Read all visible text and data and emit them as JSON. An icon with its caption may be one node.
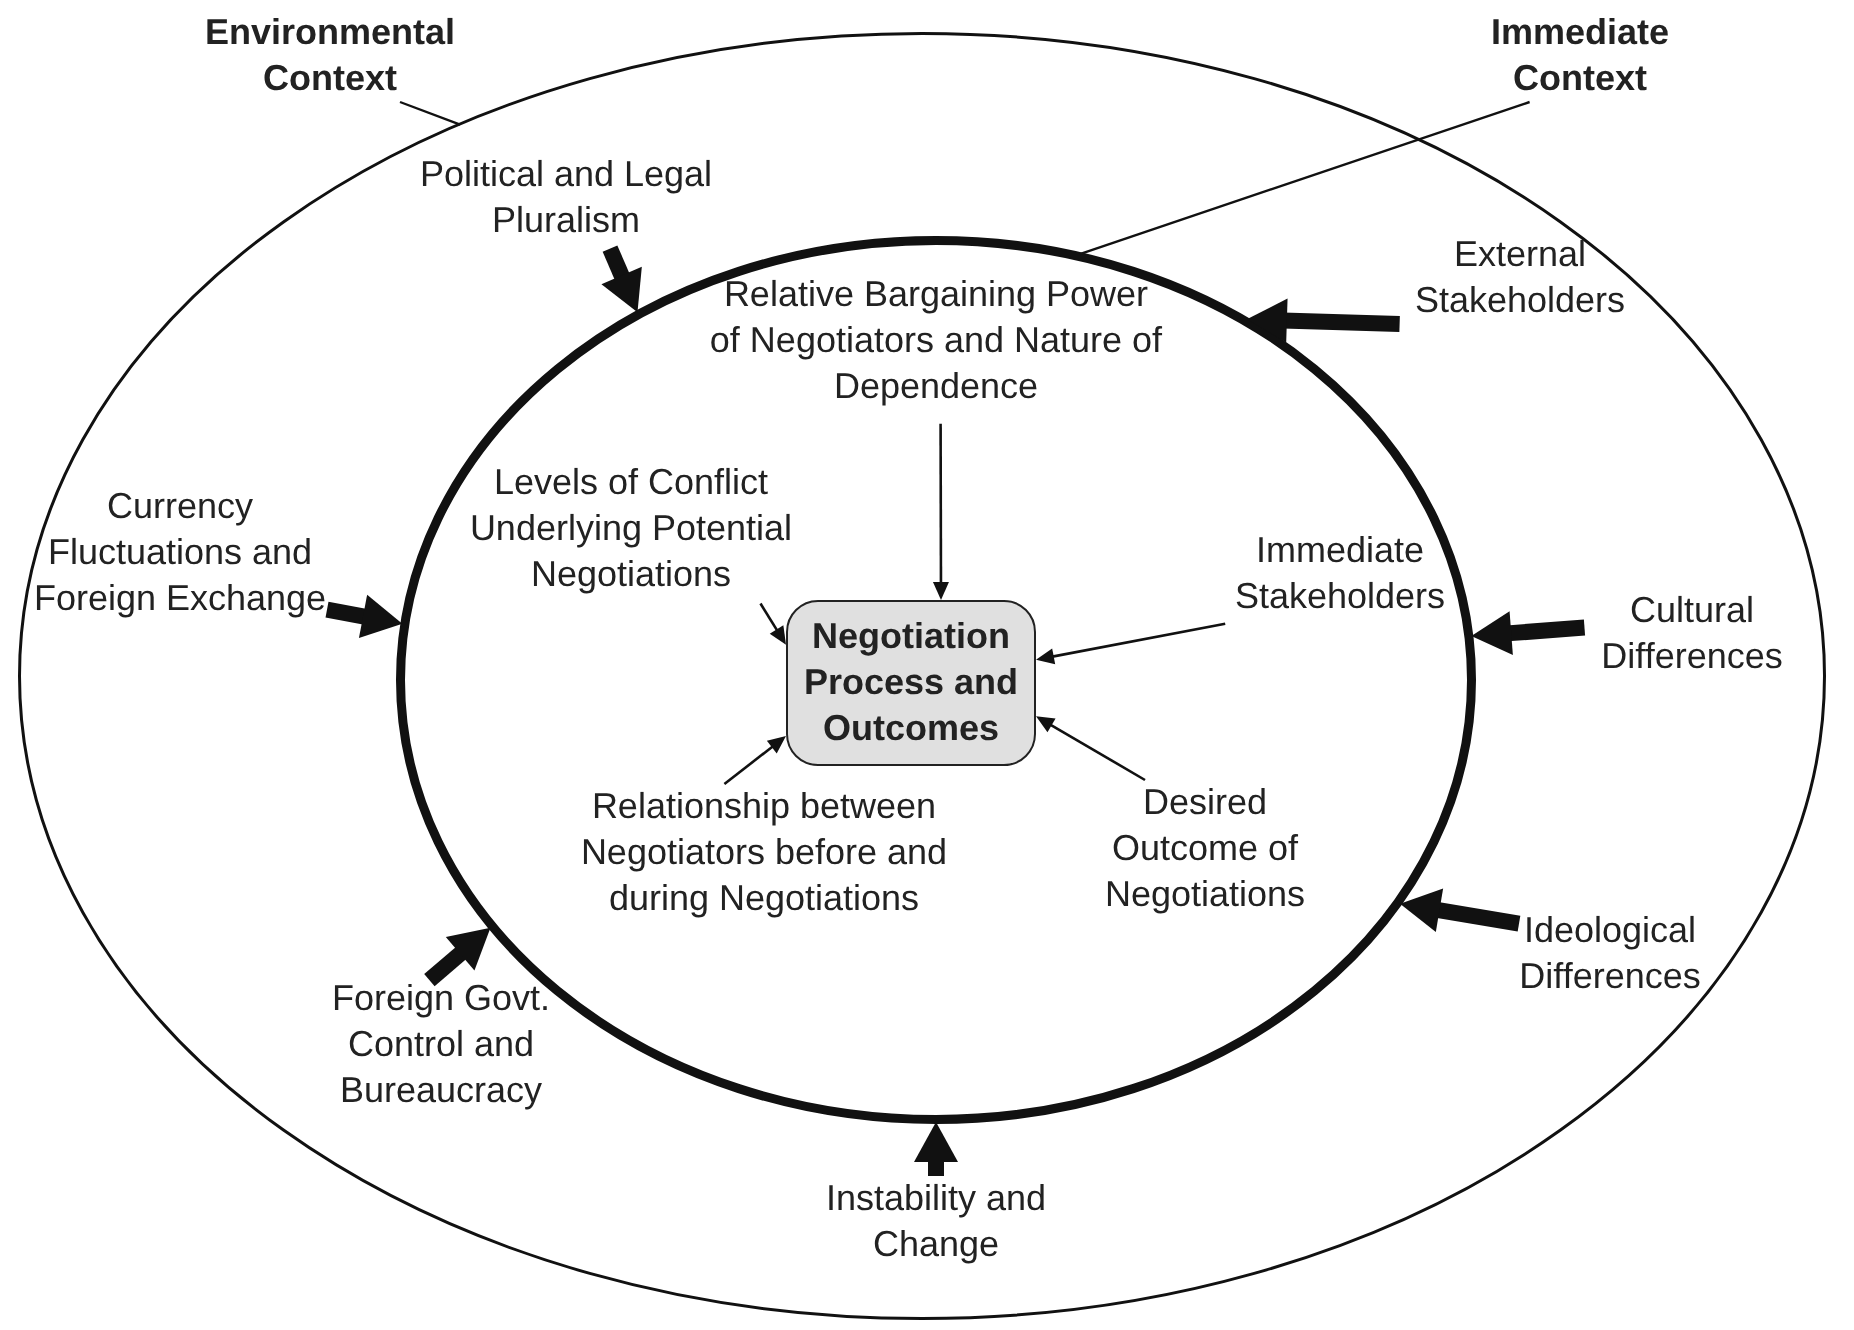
{
  "diagram": {
    "nodes": [
      {
        "text": [
          "Environmental Context"
        ]
      },
      {
        "text": [],
        "shape": "ellipse"
      },
      {
        "text": [
          "Immediate Context"
        ]
      },
      {
        "text": [],
        "shape": "ellipse",
        "in": 1
      },
      {
        "text": [
          "Political and Legal Pluralism"
        ],
        "in": 1
      },
      {
        "text": [
          "External Stakeholders"
        ],
        "in": 1
      },
      {
        "text": [
          "Currency Fluctuations and Foreign Exchange"
        ],
        "in": 1
      },
      {
        "text": [
          "Cultural Differences"
        ],
        "in": 1
      },
      {
        "text": [
          "Foreign Govt. Control and Bureaucracy"
        ],
        "in": 1
      },
      {
        "text": [
          "Ideological Differences"
        ],
        "in": 1
      },
      {
        "text": [
          "Instability and Change"
        ],
        "in": 1
      },
      {
        "text": [
          "Relative Bargaining Power of Negotiators and Nature of Dependence"
        ],
        "in": 3
      },
      {
        "text": [
          "Levels of Conflict Underlying Potential Negotiations"
        ],
        "in": 3
      },
      {
        "text": [
          "Immediate Stakeholders"
        ],
        "in": 3
      },
      {
        "text": [
          "Negotiation Process and Outcomes"
        ],
        "in": 3
      },
      {
        "text": [
          "Relationship between Negotiators before and during Negotiations"
        ],
        "in": 3
      },
      {
        "text": [
          "Desired Outcome of Negotiations"
        ],
        "in": 3
      }
    ],
    "edges": [
      {
        "from": 0,
        "to": 1,
        "arrow": "none"
      },
      {
        "from": 2,
        "to": 3,
        "arrow": "none"
      },
      {
        "from": 4,
        "to": 3,
        "arrow": "to",
        "style": "thick"
      },
      {
        "from": 5,
        "to": 3,
        "arrow": "to",
        "style": "thick"
      },
      {
        "from": 6,
        "to": 3,
        "arrow": "to",
        "style": "thick"
      },
      {
        "from": 7,
        "to": 3,
        "arrow": "to",
        "style": "thick"
      },
      {
        "from": 8,
        "to": 3,
        "arrow": "to",
        "style": "thick"
      },
      {
        "from": 9,
        "to": 3,
        "arrow": "to",
        "style": "thick"
      },
      {
        "from": 10,
        "to": 3,
        "arrow": "to",
        "style": "thick"
      },
      {
        "from": 11,
        "to": 14,
        "arrow": "to"
      },
      {
        "from": 12,
        "to": 14,
        "arrow": "to"
      },
      {
        "from": 13,
        "to": 14,
        "arrow": "to"
      },
      {
        "from": 15,
        "to": 14,
        "arrow": "to"
      },
      {
        "from": 16,
        "to": 14,
        "arrow": "to"
      }
    ]
  }
}
